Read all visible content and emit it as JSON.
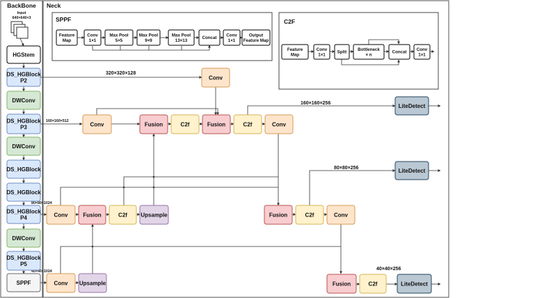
{
  "backbone": {
    "title": "BackBone",
    "input_label": "Input",
    "input_size": "640×640×3",
    "blocks": [
      {
        "id": "hgstem",
        "lines": [
          "HGStem"
        ]
      },
      {
        "id": "hgblock-p2",
        "lines": [
          "DS_HGBlock",
          "P2"
        ]
      },
      {
        "id": "dwconv-1",
        "lines": [
          "DWConv"
        ]
      },
      {
        "id": "hgblock-p3",
        "lines": [
          "DS_HGBlock",
          "P3"
        ]
      },
      {
        "id": "dwconv-2",
        "lines": [
          "DWConv"
        ]
      },
      {
        "id": "hgblock-a",
        "lines": [
          "DS_HGBlock"
        ]
      },
      {
        "id": "hgblock-b",
        "lines": [
          "DS_HGBlock"
        ]
      },
      {
        "id": "hgblock-p4",
        "lines": [
          "DS_HGBlock",
          "P4"
        ]
      },
      {
        "id": "dwconv-3",
        "lines": [
          "DWConv"
        ]
      },
      {
        "id": "hgblock-p5",
        "lines": [
          "DS_HGBlock",
          "P5"
        ]
      },
      {
        "id": "sppf",
        "lines": [
          "SPPF"
        ]
      }
    ]
  },
  "neck": {
    "title": "Neck"
  },
  "sppf_panel": {
    "title": "SPPF",
    "nodes": [
      {
        "id": "sppf-feature-map",
        "lines": [
          "Feature",
          "Map"
        ]
      },
      {
        "id": "sppf-conv-in",
        "lines": [
          "Conv",
          "1×1"
        ]
      },
      {
        "id": "sppf-maxpool-5",
        "lines": [
          "Max Pool",
          "5×5"
        ]
      },
      {
        "id": "sppf-maxpool-9",
        "lines": [
          "Max Pool",
          "9×9"
        ]
      },
      {
        "id": "sppf-maxpool-13",
        "lines": [
          "Max Pool",
          "13×13"
        ]
      },
      {
        "id": "sppf-concat",
        "lines": [
          "Concat"
        ]
      },
      {
        "id": "sppf-conv-out",
        "lines": [
          "Conv",
          "1×1"
        ]
      },
      {
        "id": "sppf-output",
        "lines": [
          "Output",
          "Feature Map"
        ]
      }
    ]
  },
  "c2f_panel": {
    "title": "C2F",
    "nodes": [
      {
        "id": "c2f-feature-map",
        "lines": [
          "Feature",
          "Map"
        ]
      },
      {
        "id": "c2f-conv-in",
        "lines": [
          "Conv",
          "1×1"
        ]
      },
      {
        "id": "c2f-split",
        "lines": [
          "Split"
        ]
      },
      {
        "id": "c2f-bottleneck",
        "lines": [
          "Bottleneck",
          "× n"
        ]
      },
      {
        "id": "c2f-concat",
        "lines": [
          "Concat"
        ]
      },
      {
        "id": "c2f-conv-out",
        "lines": [
          "Conv",
          "1×1"
        ]
      }
    ]
  },
  "labels": {
    "p2_size": "320×320×128",
    "p3_size": "160×160×512",
    "p4_size": "80×80×1024",
    "p5_size": "40×40×1024",
    "out_large": "160×160×256",
    "out_medium": "80×80×256",
    "out_small": "40×40×256"
  },
  "nodes": [
    {
      "id": "conv-p2",
      "label": "Conv"
    },
    {
      "id": "conv-p3",
      "label": "Conv"
    },
    {
      "id": "fusion-1",
      "label": "Fusion"
    },
    {
      "id": "c2f-1",
      "label": "C2f"
    },
    {
      "id": "fusion-2",
      "label": "Fusion"
    },
    {
      "id": "c2f-2",
      "label": "C2f"
    },
    {
      "id": "conv-3",
      "label": "Conv"
    },
    {
      "id": "detect-large",
      "label": "LiteDetect"
    },
    {
      "id": "conv-p4",
      "label": "Conv"
    },
    {
      "id": "fusion-p4",
      "label": "Fusion"
    },
    {
      "id": "c2f-p4",
      "label": "C2f"
    },
    {
      "id": "upsample-p4",
      "label": "Upsample"
    },
    {
      "id": "fusion-4",
      "label": "Fusion"
    },
    {
      "id": "c2f-4",
      "label": "C2f"
    },
    {
      "id": "conv-4",
      "label": "Conv"
    },
    {
      "id": "detect-medium",
      "label": "LiteDetect"
    },
    {
      "id": "conv-p5",
      "label": "Conv"
    },
    {
      "id": "upsample-p5",
      "label": "Upsample"
    },
    {
      "id": "fusion-5",
      "label": "Fusion"
    },
    {
      "id": "c2f-5",
      "label": "C2f"
    },
    {
      "id": "detect-small",
      "label": "LiteDetect"
    }
  ]
}
